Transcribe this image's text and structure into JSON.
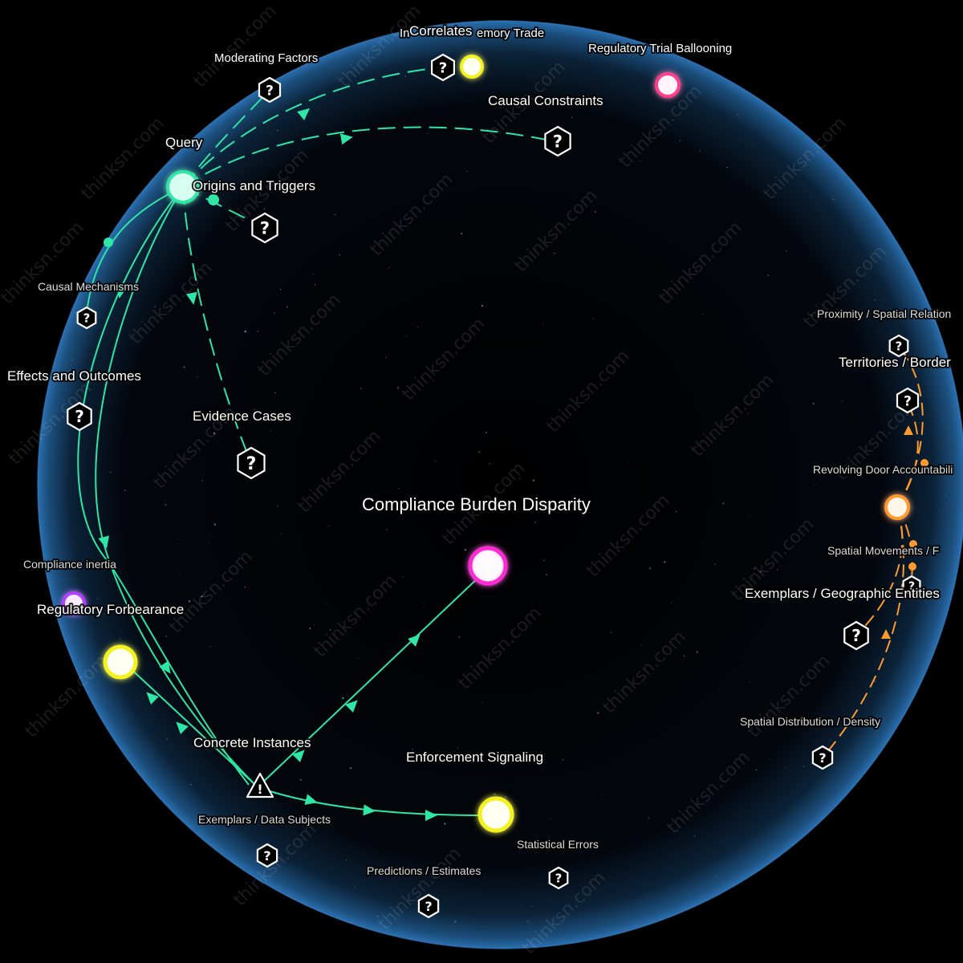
{
  "colors": {
    "background": "#000000",
    "sphere_edge": "#2a6fb0",
    "teal": "#2ee6a6",
    "orange": "#ff9a2e",
    "yellow": "#f4f21a",
    "magenta": "#ff2bd6",
    "pink": "#ff3c8c",
    "purple": "#b23cff"
  },
  "watermark": "thinksn.com",
  "nodes": {
    "compliance_burden_disparity": "Compliance Burden Disparity",
    "enforcement_signaling": "Enforcement Signaling",
    "regulatory_forbearance": "Regulatory Forbearance",
    "compliance_inertia": "Compliance inertia",
    "regulatory_trial_ballooning": "Regulatory Trial Ballooning",
    "revolving_door": "Revolving Door Accountabili",
    "correlates_partial": "In",
    "memory_trade_partial": "emory Trade"
  },
  "categories": {
    "correlates": "Correlates",
    "moderating_factors": "Moderating Factors",
    "causal_constraints": "Causal Constraints",
    "query": "Query",
    "origins_and_triggers": "Origins and Triggers",
    "causal_mechanisms": "Causal Mechanisms",
    "effects_and_outcomes": "Effects and Outcomes",
    "evidence_cases": "Evidence Cases",
    "concrete_instances": "Concrete Instances",
    "exemplars_data_subjects": "Exemplars / Data Subjects",
    "predictions_estimates": "Predictions / Estimates",
    "statistical_errors": "Statistical Errors",
    "proximity": "Proximity / Spatial Relation",
    "territories": "Territories / Border",
    "spatial_movements": "Spatial Movements / F",
    "exemplars_geographic": "Exemplars / Geographic Entities",
    "spatial_distribution": "Spatial Distribution / Density"
  },
  "icons": {
    "hex": "question-hexagon-icon",
    "warning": "warning-triangle-icon",
    "hex_glyph": "?",
    "warning_glyph": "!"
  }
}
